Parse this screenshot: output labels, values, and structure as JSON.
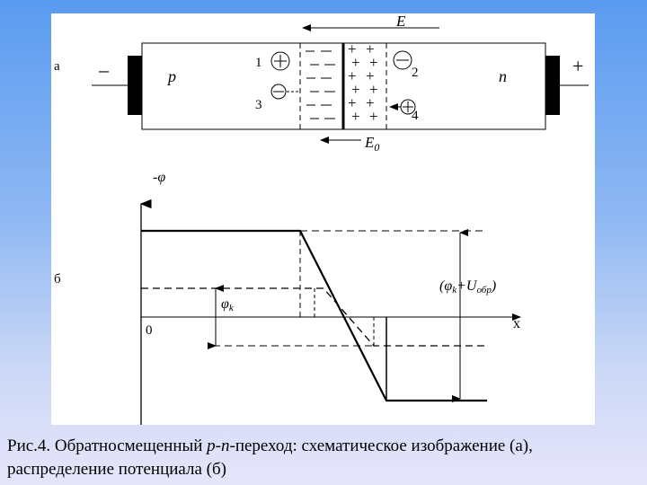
{
  "figure": {
    "panel_a": {
      "label": "а",
      "left_sign": "–",
      "right_sign": "+",
      "p_label": "p",
      "n_label": "n",
      "field_E": "E",
      "field_E0": "E",
      "field_E0_sub": "0",
      "charge_labels": [
        "1",
        "2",
        "3",
        "4"
      ],
      "hole_symbol": "+",
      "electron_symbol": "–"
    },
    "panel_b": {
      "label": "б",
      "y_axis_label": "-φ",
      "x_axis_label": "x",
      "origin_label": "0",
      "phi_k_label": "φ",
      "phi_k_sub": "k",
      "total_label_open": "(φ",
      "total_label_sub_k": "k",
      "total_label_plus": "+U",
      "total_label_sub_obr": "обр",
      "total_label_close": ")"
    }
  },
  "caption": {
    "part1": "Рис.4. Обратносмещенный ",
    "part_p": "p",
    "part_dash1": "-",
    "part_n": "n",
    "part2": "-переход: схематическое изображение (а), распределение потенциала (б)"
  }
}
